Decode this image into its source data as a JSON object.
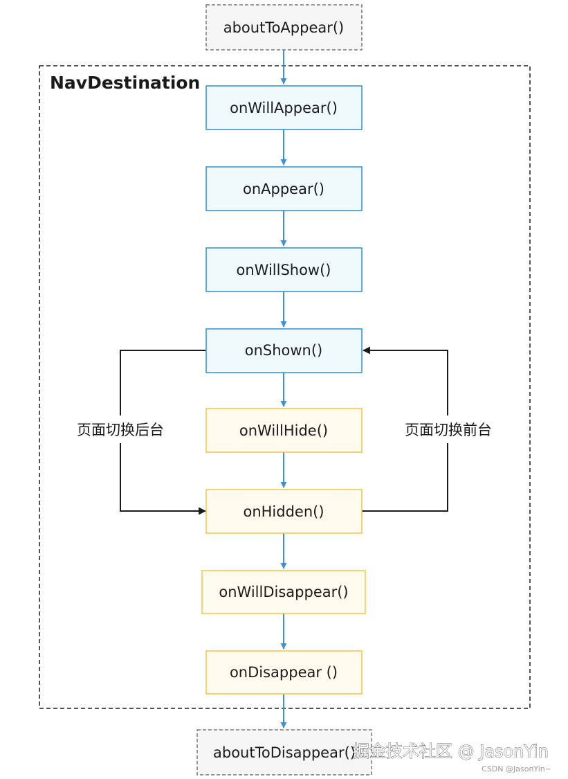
{
  "diagram": {
    "container_title": "NavDestination",
    "nodes": {
      "about_to_appear": "aboutToAppear()",
      "on_will_appear": "onWillAppear()",
      "on_appear": "onAppear()",
      "on_will_show": "onWillShow()",
      "on_shown": "onShown()",
      "on_will_hide": "onWillHide()",
      "on_hidden": "onHidden()",
      "on_will_disappear": "onWillDisappear()",
      "on_disappear": "onDisappear ()",
      "about_to_disappear": "aboutToDisappear()"
    },
    "edge_labels": {
      "to_background": "页面切换后台",
      "to_foreground": "页面切换前台"
    },
    "colors": {
      "blue_fill": "#f0fafd",
      "blue_border": "#2d8fd5",
      "yellow_fill": "#fffcef",
      "yellow_border": "#f5c343",
      "gray_fill": "#f5f5f5",
      "gray_border": "#7a7a7a",
      "flow_arrow": "#3d8fd6",
      "loop_arrow": "#1a1a1a"
    }
  },
  "watermark": {
    "main": "掘金技术社区 @ JasonYin",
    "small": "CSDN @JasonYin~"
  }
}
